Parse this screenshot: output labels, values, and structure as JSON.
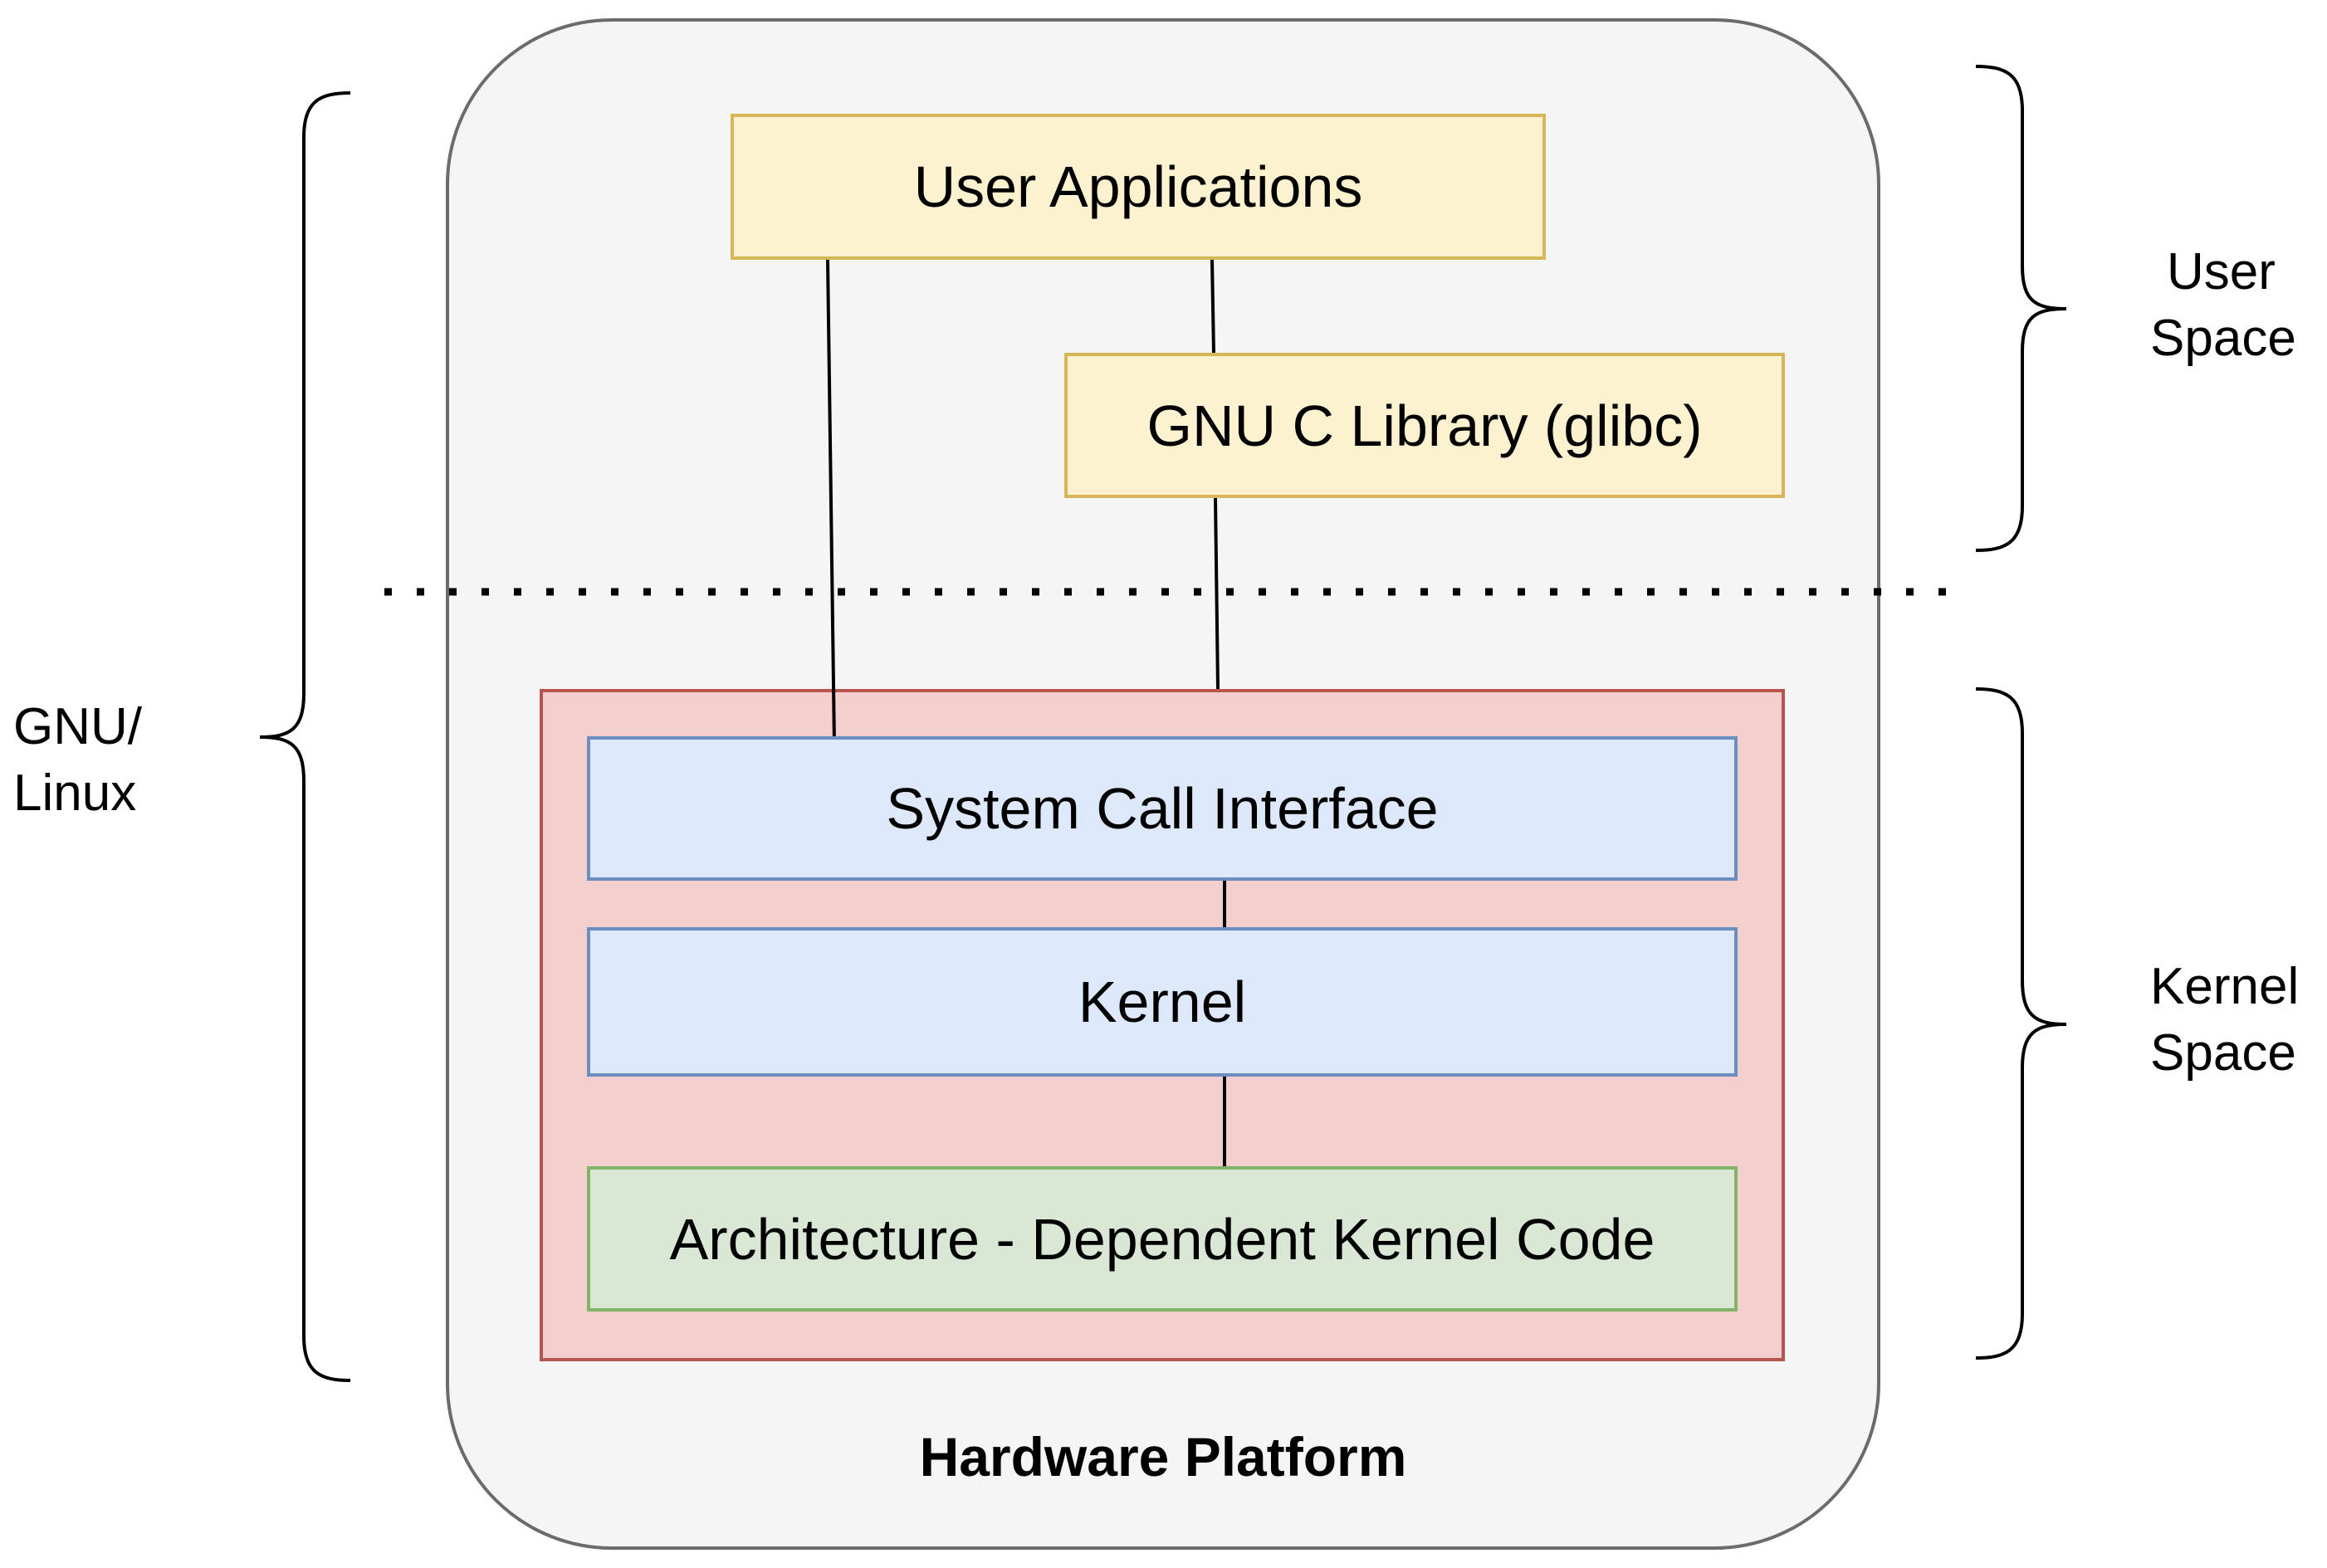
{
  "platform": {
    "label": "Hardware Platform"
  },
  "boxes": {
    "user_applications": "User Applications",
    "glibc": "GNU C Library (glibc)",
    "system_call_interface": "System Call Interface",
    "kernel": "Kernel",
    "architecture_code": "Architecture - Dependent Kernel Code"
  },
  "side_labels": {
    "gnu_linux": [
      "GNU/",
      "Linux"
    ],
    "user_space": [
      "User",
      "Space"
    ],
    "kernel_space": [
      "Kernel",
      "Space"
    ]
  },
  "colors": {
    "user_space_fill": "#fcf2cf",
    "user_space_stroke": "#d6b656",
    "kernel_space_fill": "#f3cfcd",
    "kernel_space_stroke": "#b85450",
    "kernel_component_fill": "#dde8fa",
    "kernel_component_stroke": "#6c8ebf",
    "arch_fill": "#d9e7d4",
    "arch_stroke": "#82b366",
    "platform_fill": "#f5f5f5",
    "platform_stroke": "#6b6b6b"
  }
}
